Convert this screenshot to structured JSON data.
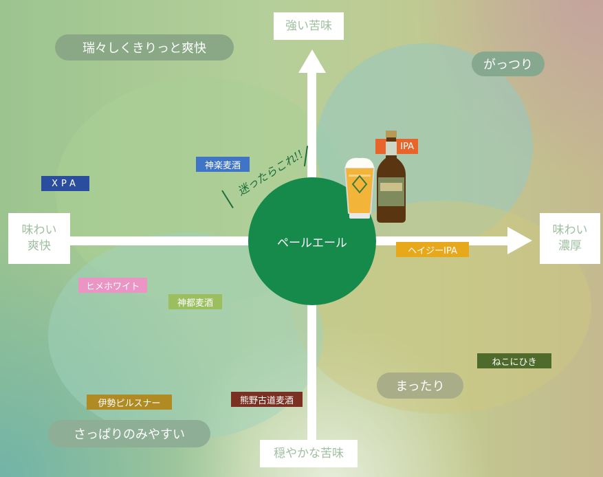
{
  "axes": {
    "top": "強い苦味",
    "bottom": "穏やかな苦味",
    "left": "味わい\n爽快",
    "right": "味わい\n濃厚"
  },
  "regions": {
    "refreshing": "瑞々しくきりっと爽快",
    "hearty": "がっつり",
    "mellow": "まったり",
    "easy": "さっぱりのみやすい"
  },
  "center": {
    "label": "ペールエール",
    "note": "迷ったらこれ!!"
  },
  "beers": [
    {
      "label": "XPA",
      "color": "#2b4d9e"
    },
    {
      "label": "神楽麦酒",
      "color": "#3f74c6"
    },
    {
      "label": "IPA",
      "color": "#e8642a"
    },
    {
      "label": "ヘイジーIPA",
      "color": "#e8a81c"
    },
    {
      "label": "ヒメホワイト",
      "color": "#ea95c3"
    },
    {
      "label": "神都麦酒",
      "color": "#9bbf5f"
    },
    {
      "label": "ねこにひき",
      "color": "#4f6b2b"
    },
    {
      "label": "伊勢ピルスナー",
      "color": "#b08a22"
    },
    {
      "label": "熊野古道麦酒",
      "color": "#7b3122"
    }
  ],
  "colors": {
    "center": "#168a4a",
    "region_pill": "#8aa886",
    "axis_label_text": "#9fbfa0"
  },
  "icons": [
    "beer-glass-icon",
    "beer-bottle-icon"
  ]
}
